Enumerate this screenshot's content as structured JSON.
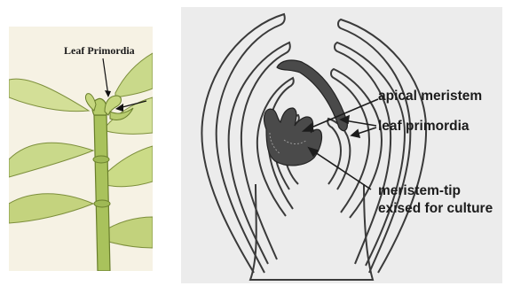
{
  "left_figure": {
    "label": "Leaf Primordia"
  },
  "right_figure": {
    "labels": {
      "apical_meristem": "apical meristem",
      "leaf_primordia": "leaf primordia",
      "meristem_tip_line1": "meristem-tip",
      "meristem_tip_line2": "exised for culture"
    }
  }
}
